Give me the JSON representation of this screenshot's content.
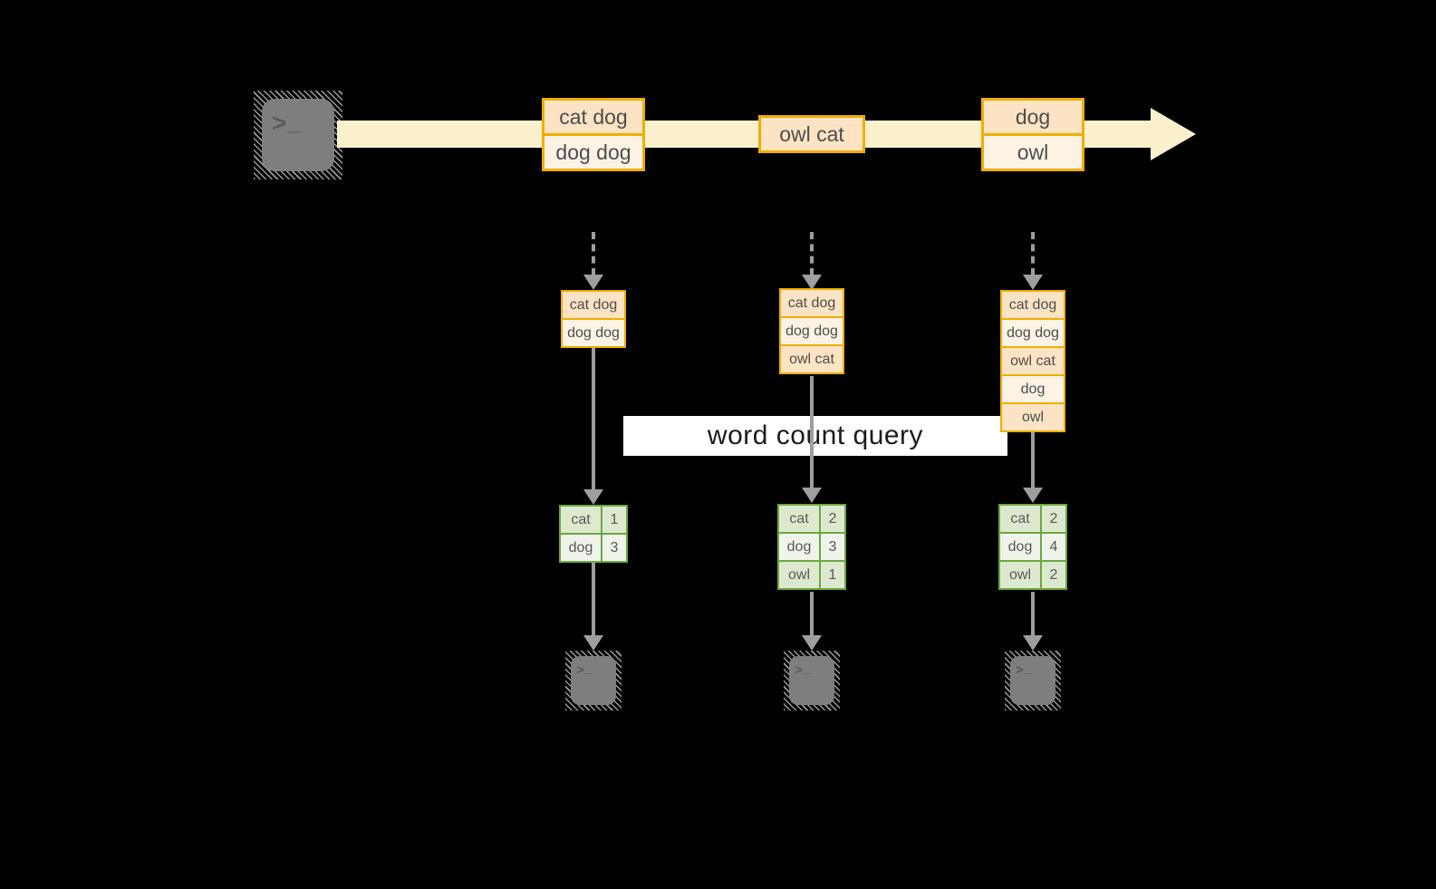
{
  "stream": {
    "events": [
      {
        "rows": [
          "cat dog",
          "dog dog"
        ]
      },
      {
        "rows": [
          "owl cat"
        ]
      },
      {
        "rows": [
          "dog",
          "owl"
        ]
      }
    ]
  },
  "query": {
    "label": "word count query"
  },
  "columns": [
    {
      "buffered_events": [
        "cat dog",
        "dog dog"
      ],
      "counts": [
        {
          "word": "cat",
          "count": "1"
        },
        {
          "word": "dog",
          "count": "3"
        }
      ]
    },
    {
      "buffered_events": [
        "cat dog",
        "dog dog",
        "owl cat"
      ],
      "counts": [
        {
          "word": "cat",
          "count": "2"
        },
        {
          "word": "dog",
          "count": "3"
        },
        {
          "word": "owl",
          "count": "1"
        }
      ]
    },
    {
      "buffered_events": [
        "cat dog",
        "dog dog",
        "owl cat",
        "dog",
        "owl"
      ],
      "counts": [
        {
          "word": "cat",
          "count": "2"
        },
        {
          "word": "dog",
          "count": "4"
        },
        {
          "word": "owl",
          "count": "2"
        }
      ]
    }
  ],
  "terminal_icon": {
    "chevron": ">",
    "underscore": "_"
  },
  "colors": {
    "background": "#000000",
    "stream_band": "#faf0cc",
    "orange_border": "#f0ae00",
    "event_cell_dark": "#fbe3c3",
    "event_cell_light": "#fdf3e5",
    "green_border": "#6ca83e",
    "green_cell_dark": "#dde9cf",
    "green_cell_light": "#eff4ea",
    "arrow_gray": "#9e9e9e",
    "terminal_gray": "#7e7e7e",
    "query_label_bg": "#ffffff",
    "text": "#4d4d4d"
  }
}
